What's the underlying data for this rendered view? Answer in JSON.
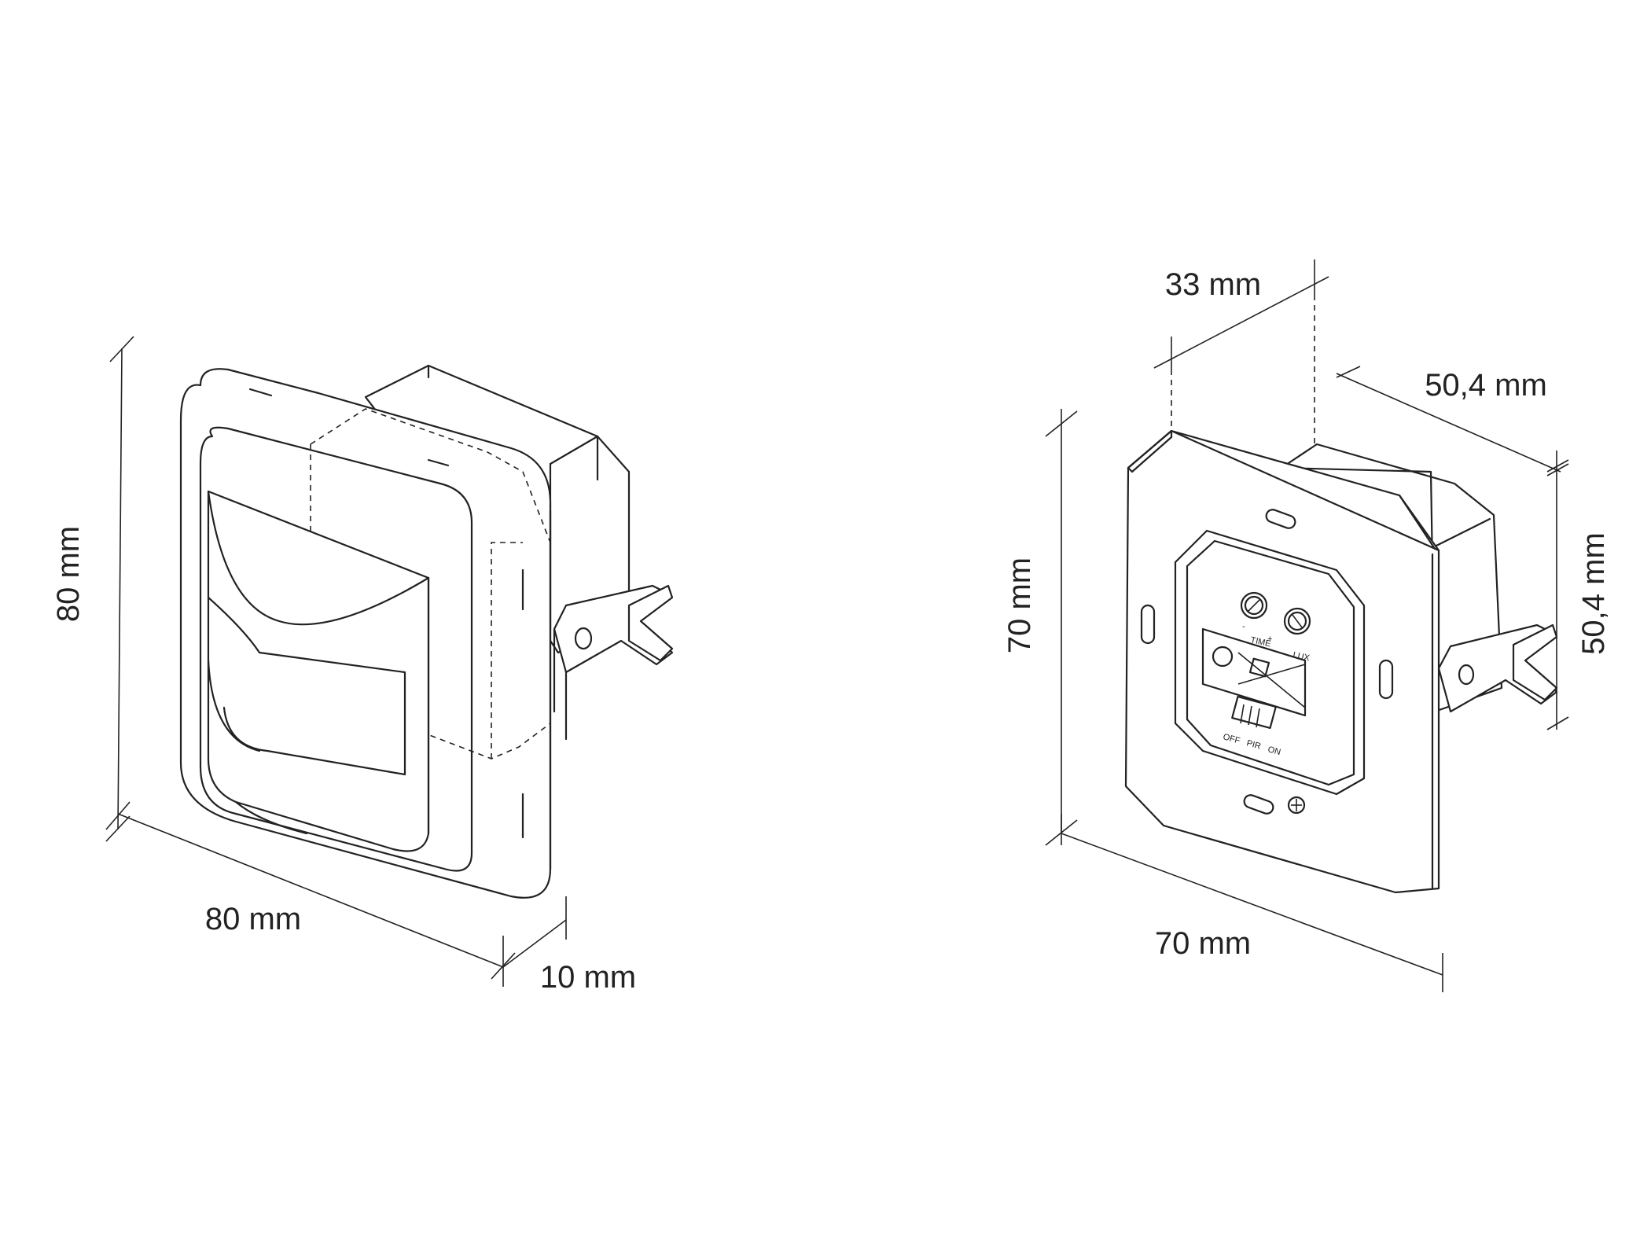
{
  "left_device": {
    "dim_height": "80 mm",
    "dim_width": "80 mm",
    "dim_depth": "10 mm"
  },
  "right_device": {
    "dim_depth_top": "33 mm",
    "dim_box_width": "50,4 mm",
    "dim_box_height": "50,4 mm",
    "dim_plate_height": "70 mm",
    "dim_plate_width": "70 mm",
    "panel": {
      "time_label": "TIME",
      "lux_label": "LUX",
      "minus": "-",
      "plus": "+",
      "switch_off": "OFF",
      "switch_pir": "PIR",
      "switch_on": "ON"
    }
  }
}
